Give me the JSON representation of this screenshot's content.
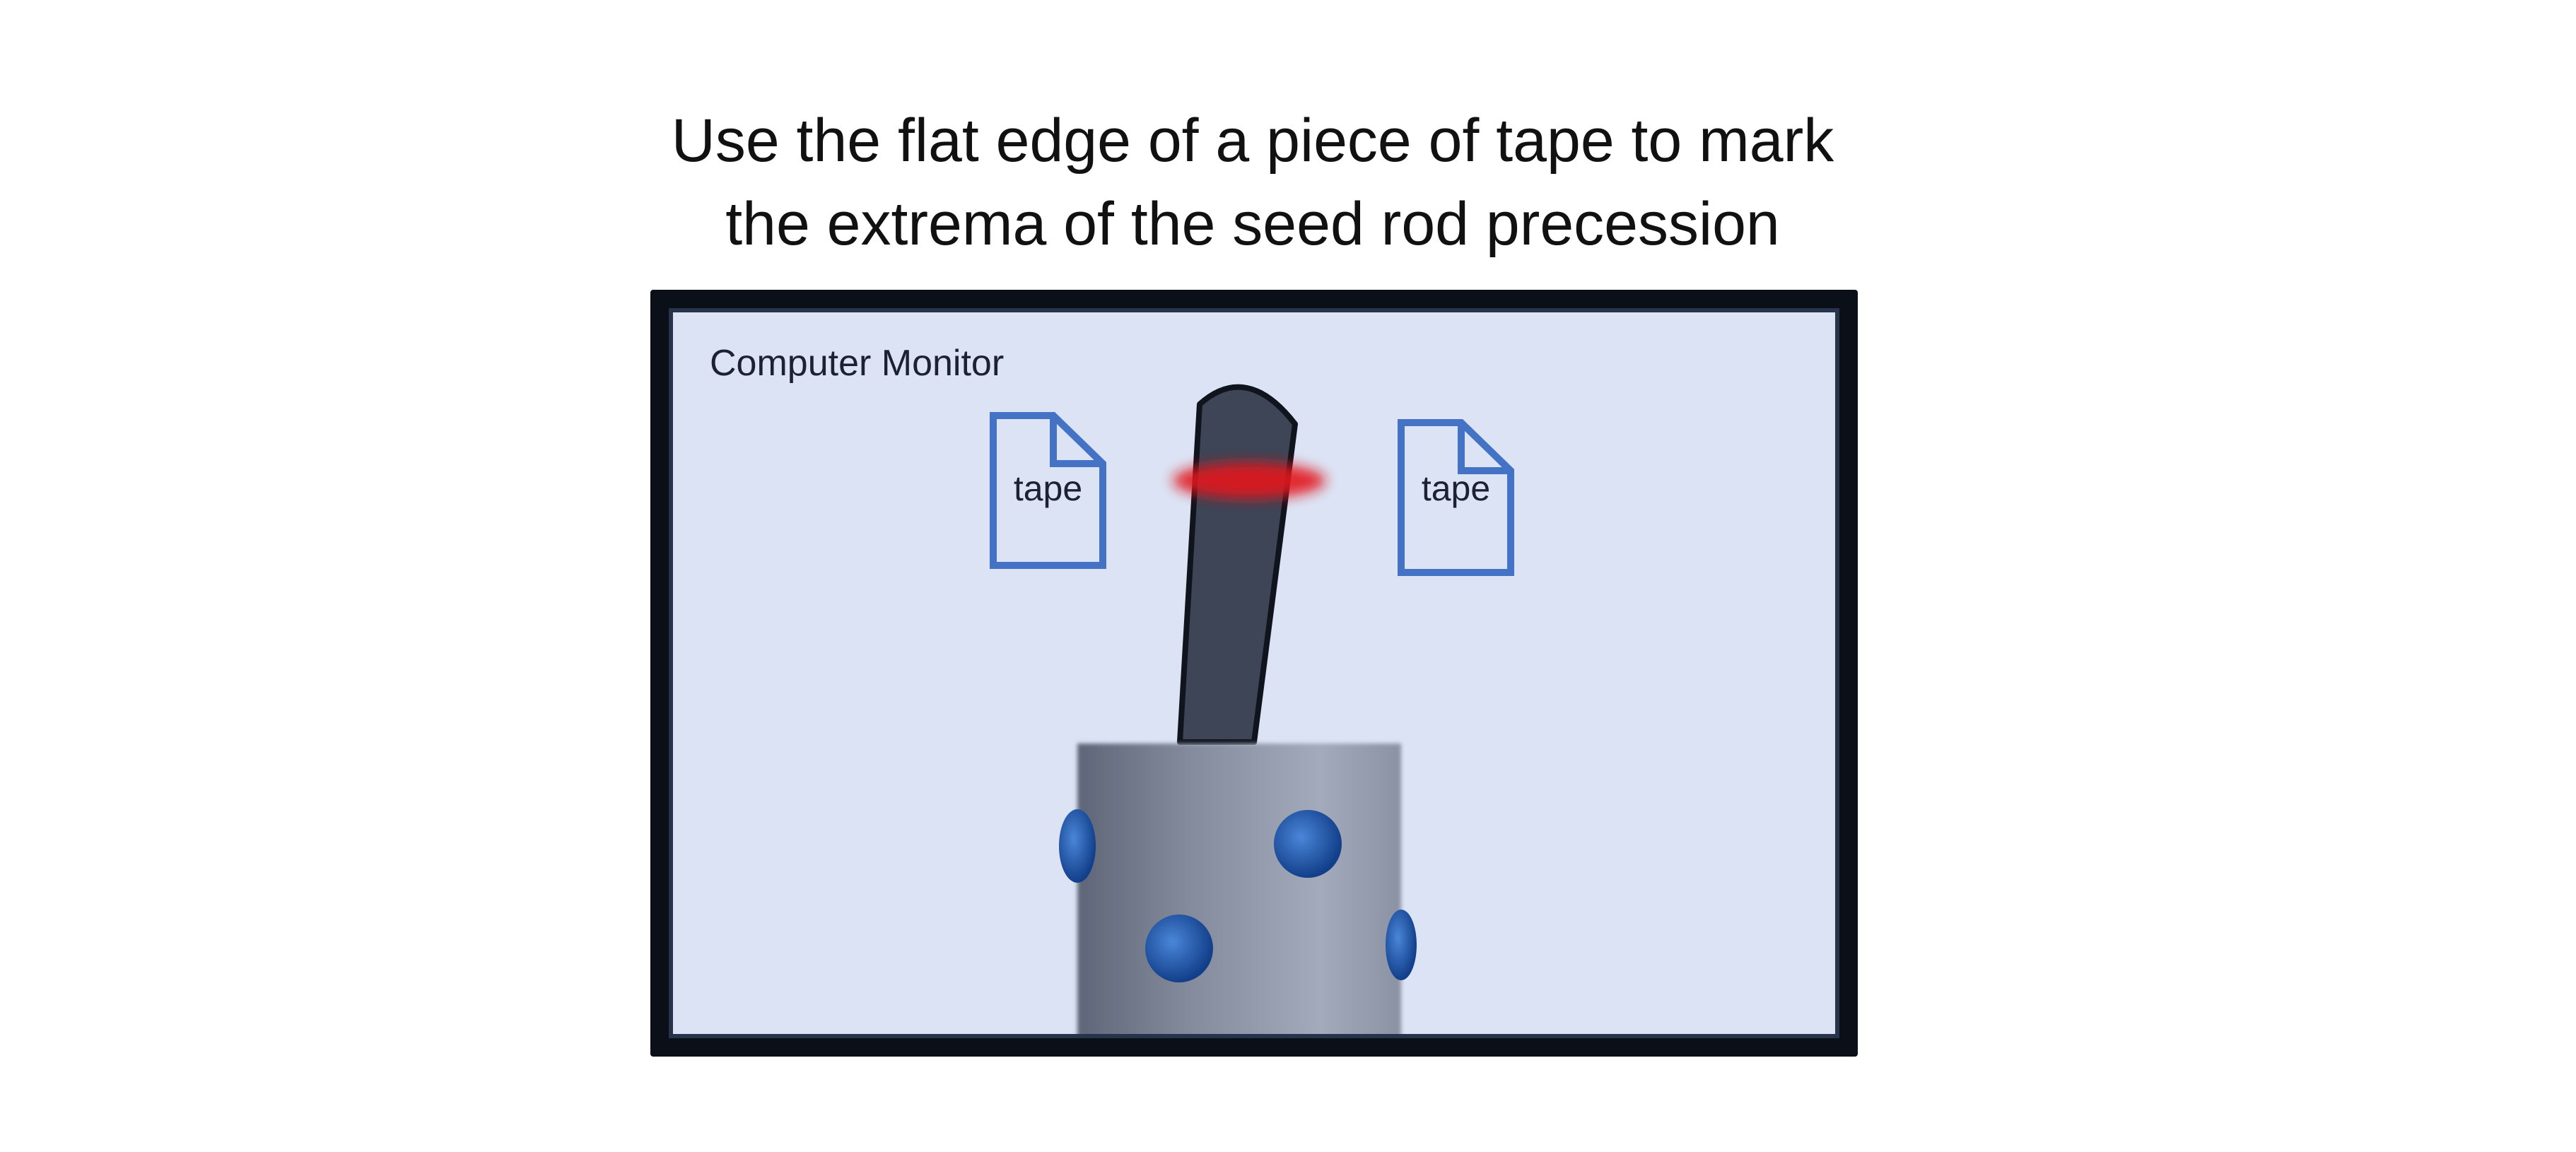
{
  "title": {
    "line1": "Use the flat edge of a piece of tape to mark",
    "line2": "the extrema of the seed rod precession"
  },
  "monitor": {
    "label": "Computer Monitor"
  },
  "tapes": [
    {
      "label": "tape"
    },
    {
      "label": "tape"
    }
  ],
  "colors": {
    "screen_background": "#dbe3f4",
    "tape_outline": "#4472c4",
    "rod": "#3d4556",
    "laser_mark": "#e3121f",
    "dots": "#1d56b0"
  }
}
